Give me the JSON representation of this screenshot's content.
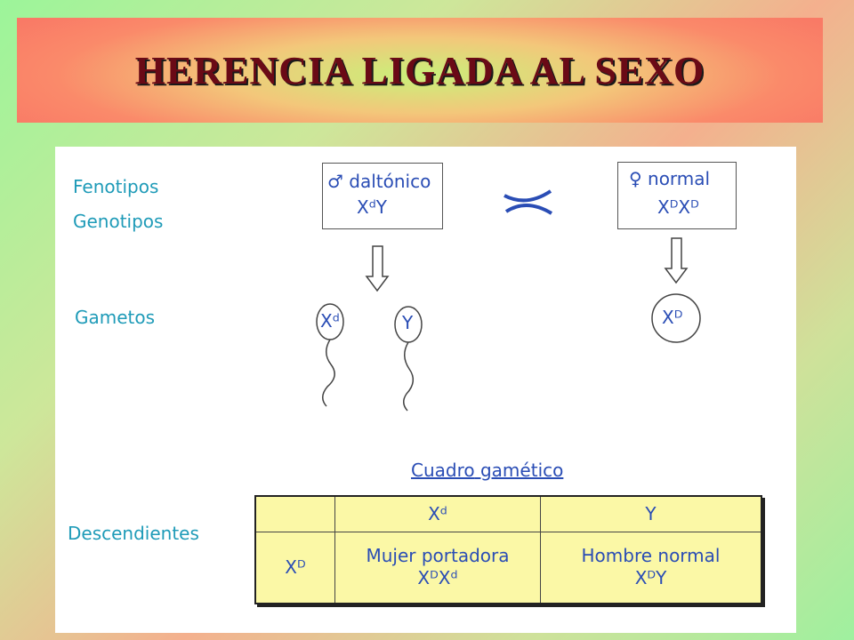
{
  "title": "HERENCIA LIGADA AL SEXO",
  "labels": {
    "fenotipos": "Fenotipos",
    "genotipos": "Genotipos",
    "gametos": "Gametos",
    "descendientes": "Descendientes"
  },
  "male": {
    "symbol": "♂",
    "phenotype": "daltónico",
    "genotype": "XᵈY"
  },
  "female": {
    "symbol": "♀",
    "phenotype": "normal",
    "genotype": "XᴰXᴰ"
  },
  "cross_symbol": "X",
  "gametes": {
    "male": [
      "Xᵈ",
      "Y"
    ],
    "female": [
      "Xᴰ"
    ]
  },
  "cuadro": {
    "word1": "Cuadro",
    "word2": "gamético"
  },
  "punnett": {
    "col_headers": [
      "Xᵈ",
      "Y"
    ],
    "row_header": "Xᴰ",
    "cells": [
      {
        "name": "Mujer portadora",
        "genotype": "XᴰXᵈ"
      },
      {
        "name": "Hombre normal",
        "genotype": "XᴰY"
      }
    ]
  },
  "colors": {
    "label": "#1f9bb8",
    "text": "#2a4db5",
    "table_bg": "#fbf8a6",
    "title": "#6a0a16"
  }
}
